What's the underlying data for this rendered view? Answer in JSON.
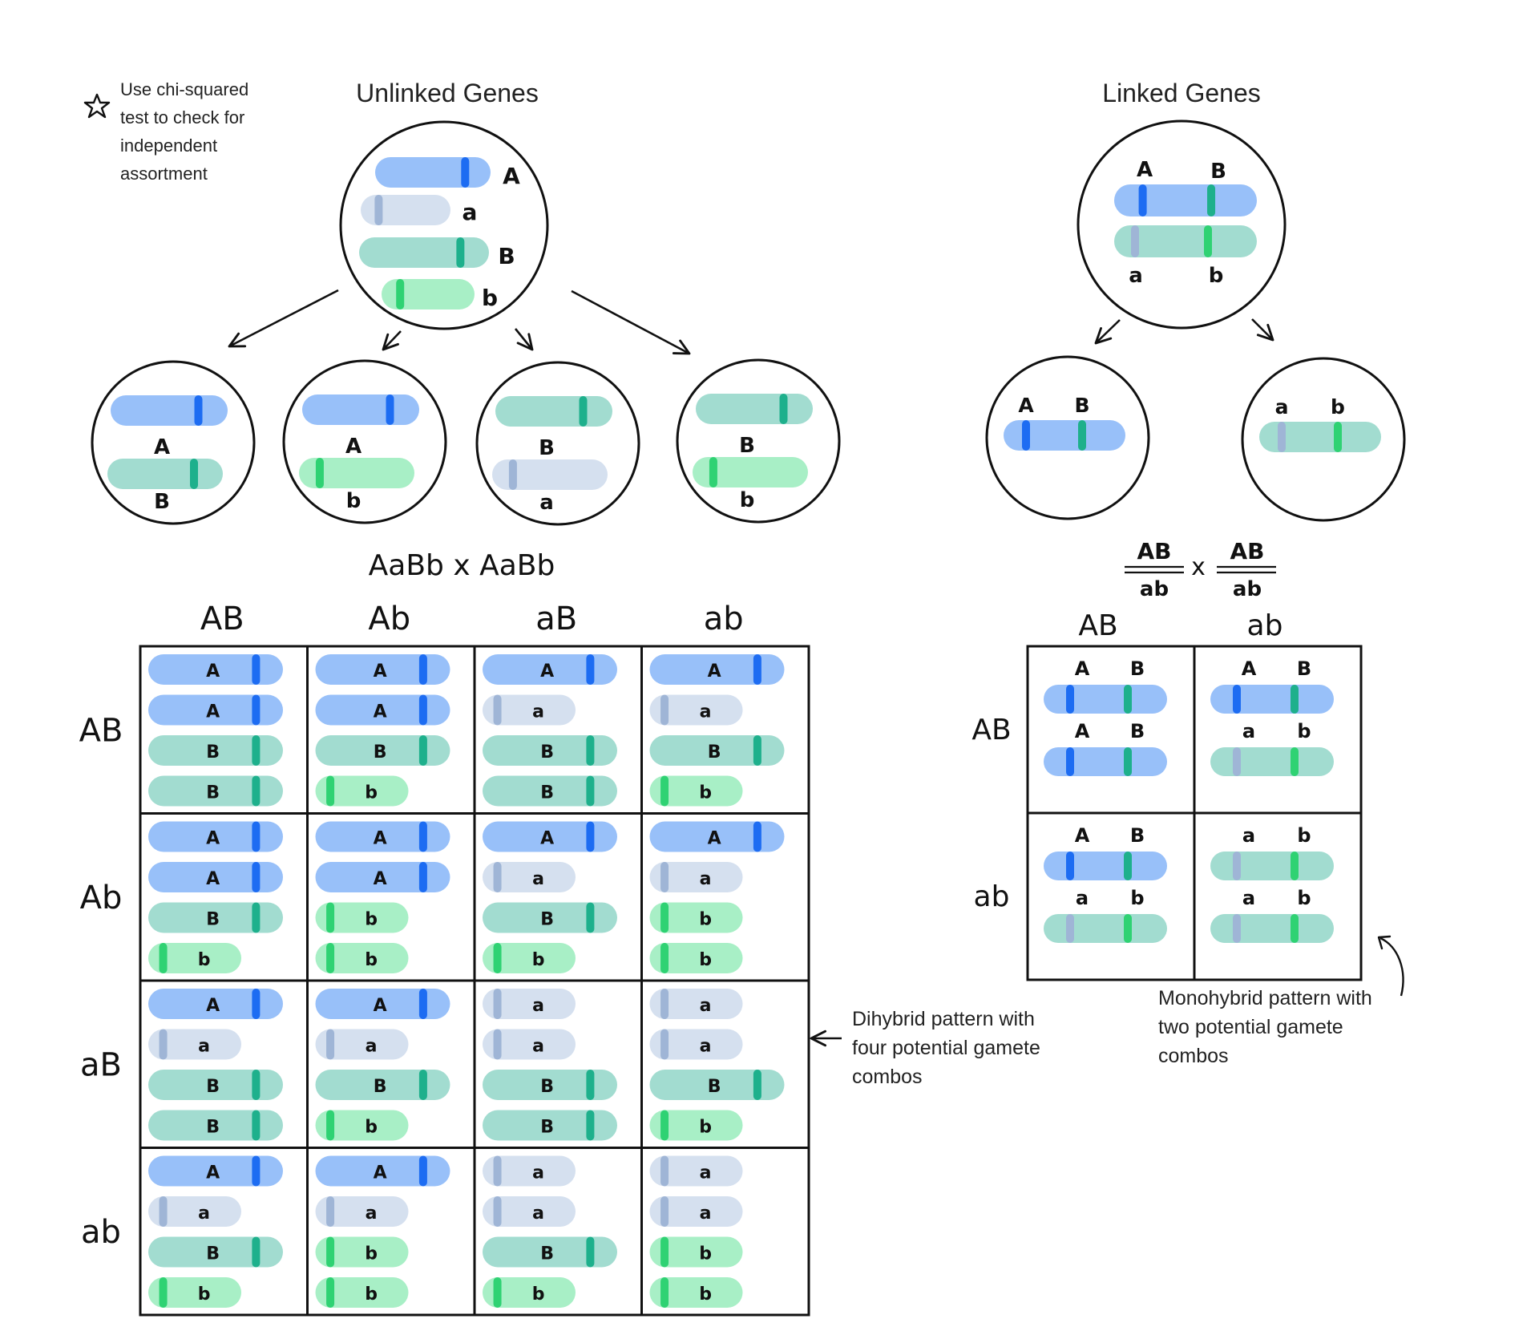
{
  "colors": {
    "A_bar": "#98c0f9",
    "A_band": "#1d6cf2",
    "a_bar": "#d5e0ef",
    "a_band": "#9fb5d6",
    "B_bar": "#a2dcd0",
    "B_band": "#1eb08c",
    "b_bar": "#a8efc6",
    "b_band": "#2fd273"
  },
  "note": {
    "icon": "star-icon",
    "lines": [
      "Use chi-squared",
      "test to check for",
      "independent",
      "assortment"
    ]
  },
  "unlinked": {
    "title": "Unlinked Genes",
    "parent_alleles": [
      "A",
      "a",
      "B",
      "b"
    ],
    "gametes": [
      [
        "A",
        "B"
      ],
      [
        "A",
        "b"
      ],
      [
        "B",
        "a"
      ],
      [
        "B",
        "b"
      ]
    ],
    "cross": "AaBb x AaBb",
    "col_headers": [
      "AB",
      "Ab",
      "aB",
      "ab"
    ],
    "row_headers": [
      "AB",
      "Ab",
      "aB",
      "ab"
    ],
    "cells": [
      [
        [
          "A",
          "A",
          "B",
          "B"
        ],
        [
          "A",
          "A",
          "B",
          "b"
        ],
        [
          "A",
          "a",
          "B",
          "B"
        ],
        [
          "A",
          "a",
          "B",
          "b"
        ]
      ],
      [
        [
          "A",
          "A",
          "B",
          "b"
        ],
        [
          "A",
          "A",
          "b",
          "b"
        ],
        [
          "A",
          "a",
          "B",
          "b"
        ],
        [
          "A",
          "a",
          "b",
          "b"
        ]
      ],
      [
        [
          "A",
          "a",
          "B",
          "B"
        ],
        [
          "A",
          "a",
          "B",
          "b"
        ],
        [
          "a",
          "a",
          "B",
          "B"
        ],
        [
          "a",
          "a",
          "B",
          "b"
        ]
      ],
      [
        [
          "A",
          "a",
          "B",
          "b"
        ],
        [
          "A",
          "a",
          "b",
          "b"
        ],
        [
          "a",
          "a",
          "B",
          "b"
        ],
        [
          "a",
          "a",
          "b",
          "b"
        ]
      ]
    ],
    "annotation": [
      "Dihybrid pattern with",
      "four potential gamete",
      "combos"
    ]
  },
  "linked": {
    "title": "Linked Genes",
    "parent_top": [
      "A",
      "B"
    ],
    "parent_bottom": [
      "a",
      "b"
    ],
    "gametes": [
      [
        "A",
        "B"
      ],
      [
        "a",
        "b"
      ]
    ],
    "cross_left_num": "AB",
    "cross_left_den": "ab",
    "cross_x": "x",
    "cross_right_num": "AB",
    "cross_right_den": "ab",
    "col_headers": [
      "AB",
      "ab"
    ],
    "row_headers": [
      "AB",
      "ab"
    ],
    "cells": [
      [
        [
          "AB",
          "AB"
        ],
        [
          "AB",
          "ab"
        ]
      ],
      [
        [
          "AB",
          "ab"
        ],
        [
          "ab",
          "ab"
        ]
      ]
    ],
    "annotation": [
      "Monohybrid pattern with",
      "two potential gamete",
      "combos"
    ]
  }
}
